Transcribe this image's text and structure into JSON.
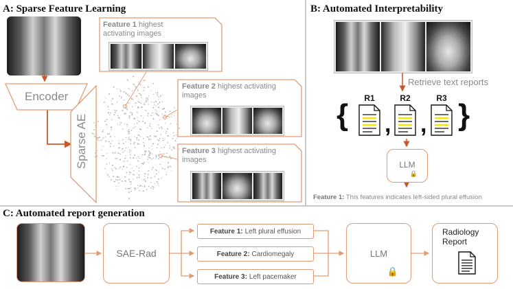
{
  "panel_a": {
    "title": "A: Sparse Feature Learning",
    "encoder_label": "Encoder",
    "sparse_ae_label": "Sparse AE",
    "features": [
      {
        "number": "Feature 1",
        "text": " highest",
        "text2": "activating images"
      },
      {
        "number": "Feature 2",
        "text": " highest activating",
        "text2": "images"
      },
      {
        "number": "Feature 3",
        "text": " highest activating",
        "text2": "images"
      }
    ]
  },
  "panel_b": {
    "title": "B: Automated Interpretability",
    "retrieve_label": "Retrieve text reports",
    "reports": [
      "R1",
      "R2",
      "R3"
    ],
    "llm_label": "LLM",
    "feature_caption_bold": "Feature 1:",
    "feature_caption_text": " This features indicates left-sided plural effusion"
  },
  "panel_c": {
    "title": "C: Automated report generation",
    "sae_rad_label": "SAE-Rad",
    "features": [
      {
        "bold": "Feature 1:",
        "text": "Left plural effusion"
      },
      {
        "bold": "Feature 2:",
        "text": "Cardiomegaly"
      },
      {
        "bold": "Feature 3:",
        "text": "Left pacemaker"
      }
    ],
    "llm_label": "LLM",
    "report_label_line1": "Radiology",
    "report_label_line2": "Report"
  },
  "colors": {
    "accent": "#e39a72",
    "arrow": "#c8582a",
    "divider": "#bdbdbd",
    "highlight": "#f2e600"
  }
}
